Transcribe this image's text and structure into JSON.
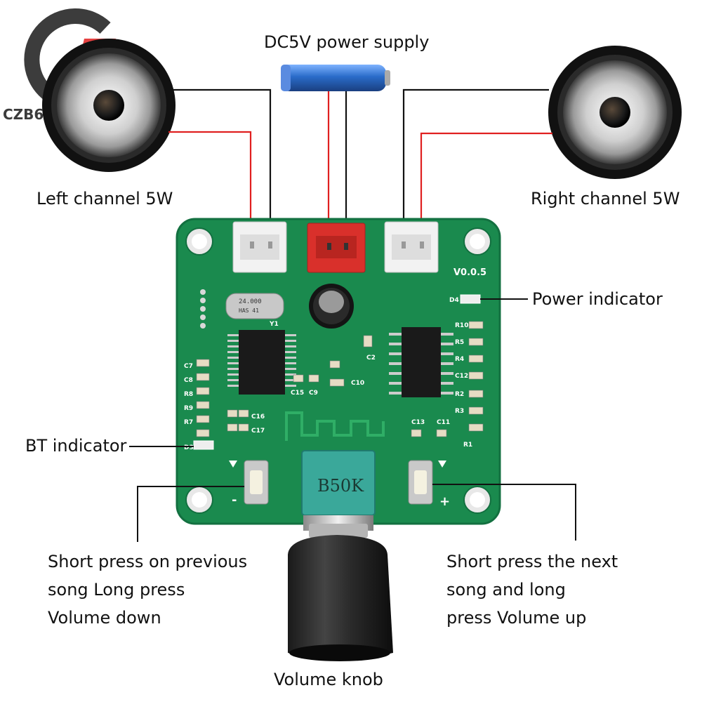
{
  "brand": {
    "logo_text": "CZB6721960"
  },
  "labels": {
    "power_supply": "DC5V power supply",
    "left_channel": "Left channel 5W",
    "right_channel": "Right channel 5W",
    "power_indicator": "Power indicator",
    "bt_indicator": "BT indicator",
    "prev_button": [
      "Short press on previous",
      "song Long press",
      "Volume down"
    ],
    "next_button": [
      "Short press the next",
      "song and long",
      "press Volume up"
    ],
    "volume_knob": "Volume knob"
  },
  "board": {
    "version": "V0.0.5",
    "potentiometer": "B50K",
    "crystal": "24.000",
    "crystal_sub": "HAS 41",
    "crystal_ref": "Y1",
    "led_power_ref": "D4",
    "led_bt_ref": "D3",
    "minus": "-",
    "plus": "+",
    "components": [
      "C7",
      "C8",
      "R8",
      "R9",
      "R7",
      "C16",
      "C17",
      "C15",
      "C9",
      "C10",
      "C2",
      "C13",
      "C11",
      "R10",
      "R5",
      "R4",
      "C12",
      "R2",
      "R3",
      "R1"
    ]
  },
  "colors": {
    "pcb": "#1a8a4e",
    "pcb_edge": "#137040",
    "wire_red": "#e02020",
    "wire_black": "#111111",
    "connector_red": "#d9302b",
    "battery_blue": "#2a6cc9",
    "knob_teal": "#3aa89a"
  }
}
